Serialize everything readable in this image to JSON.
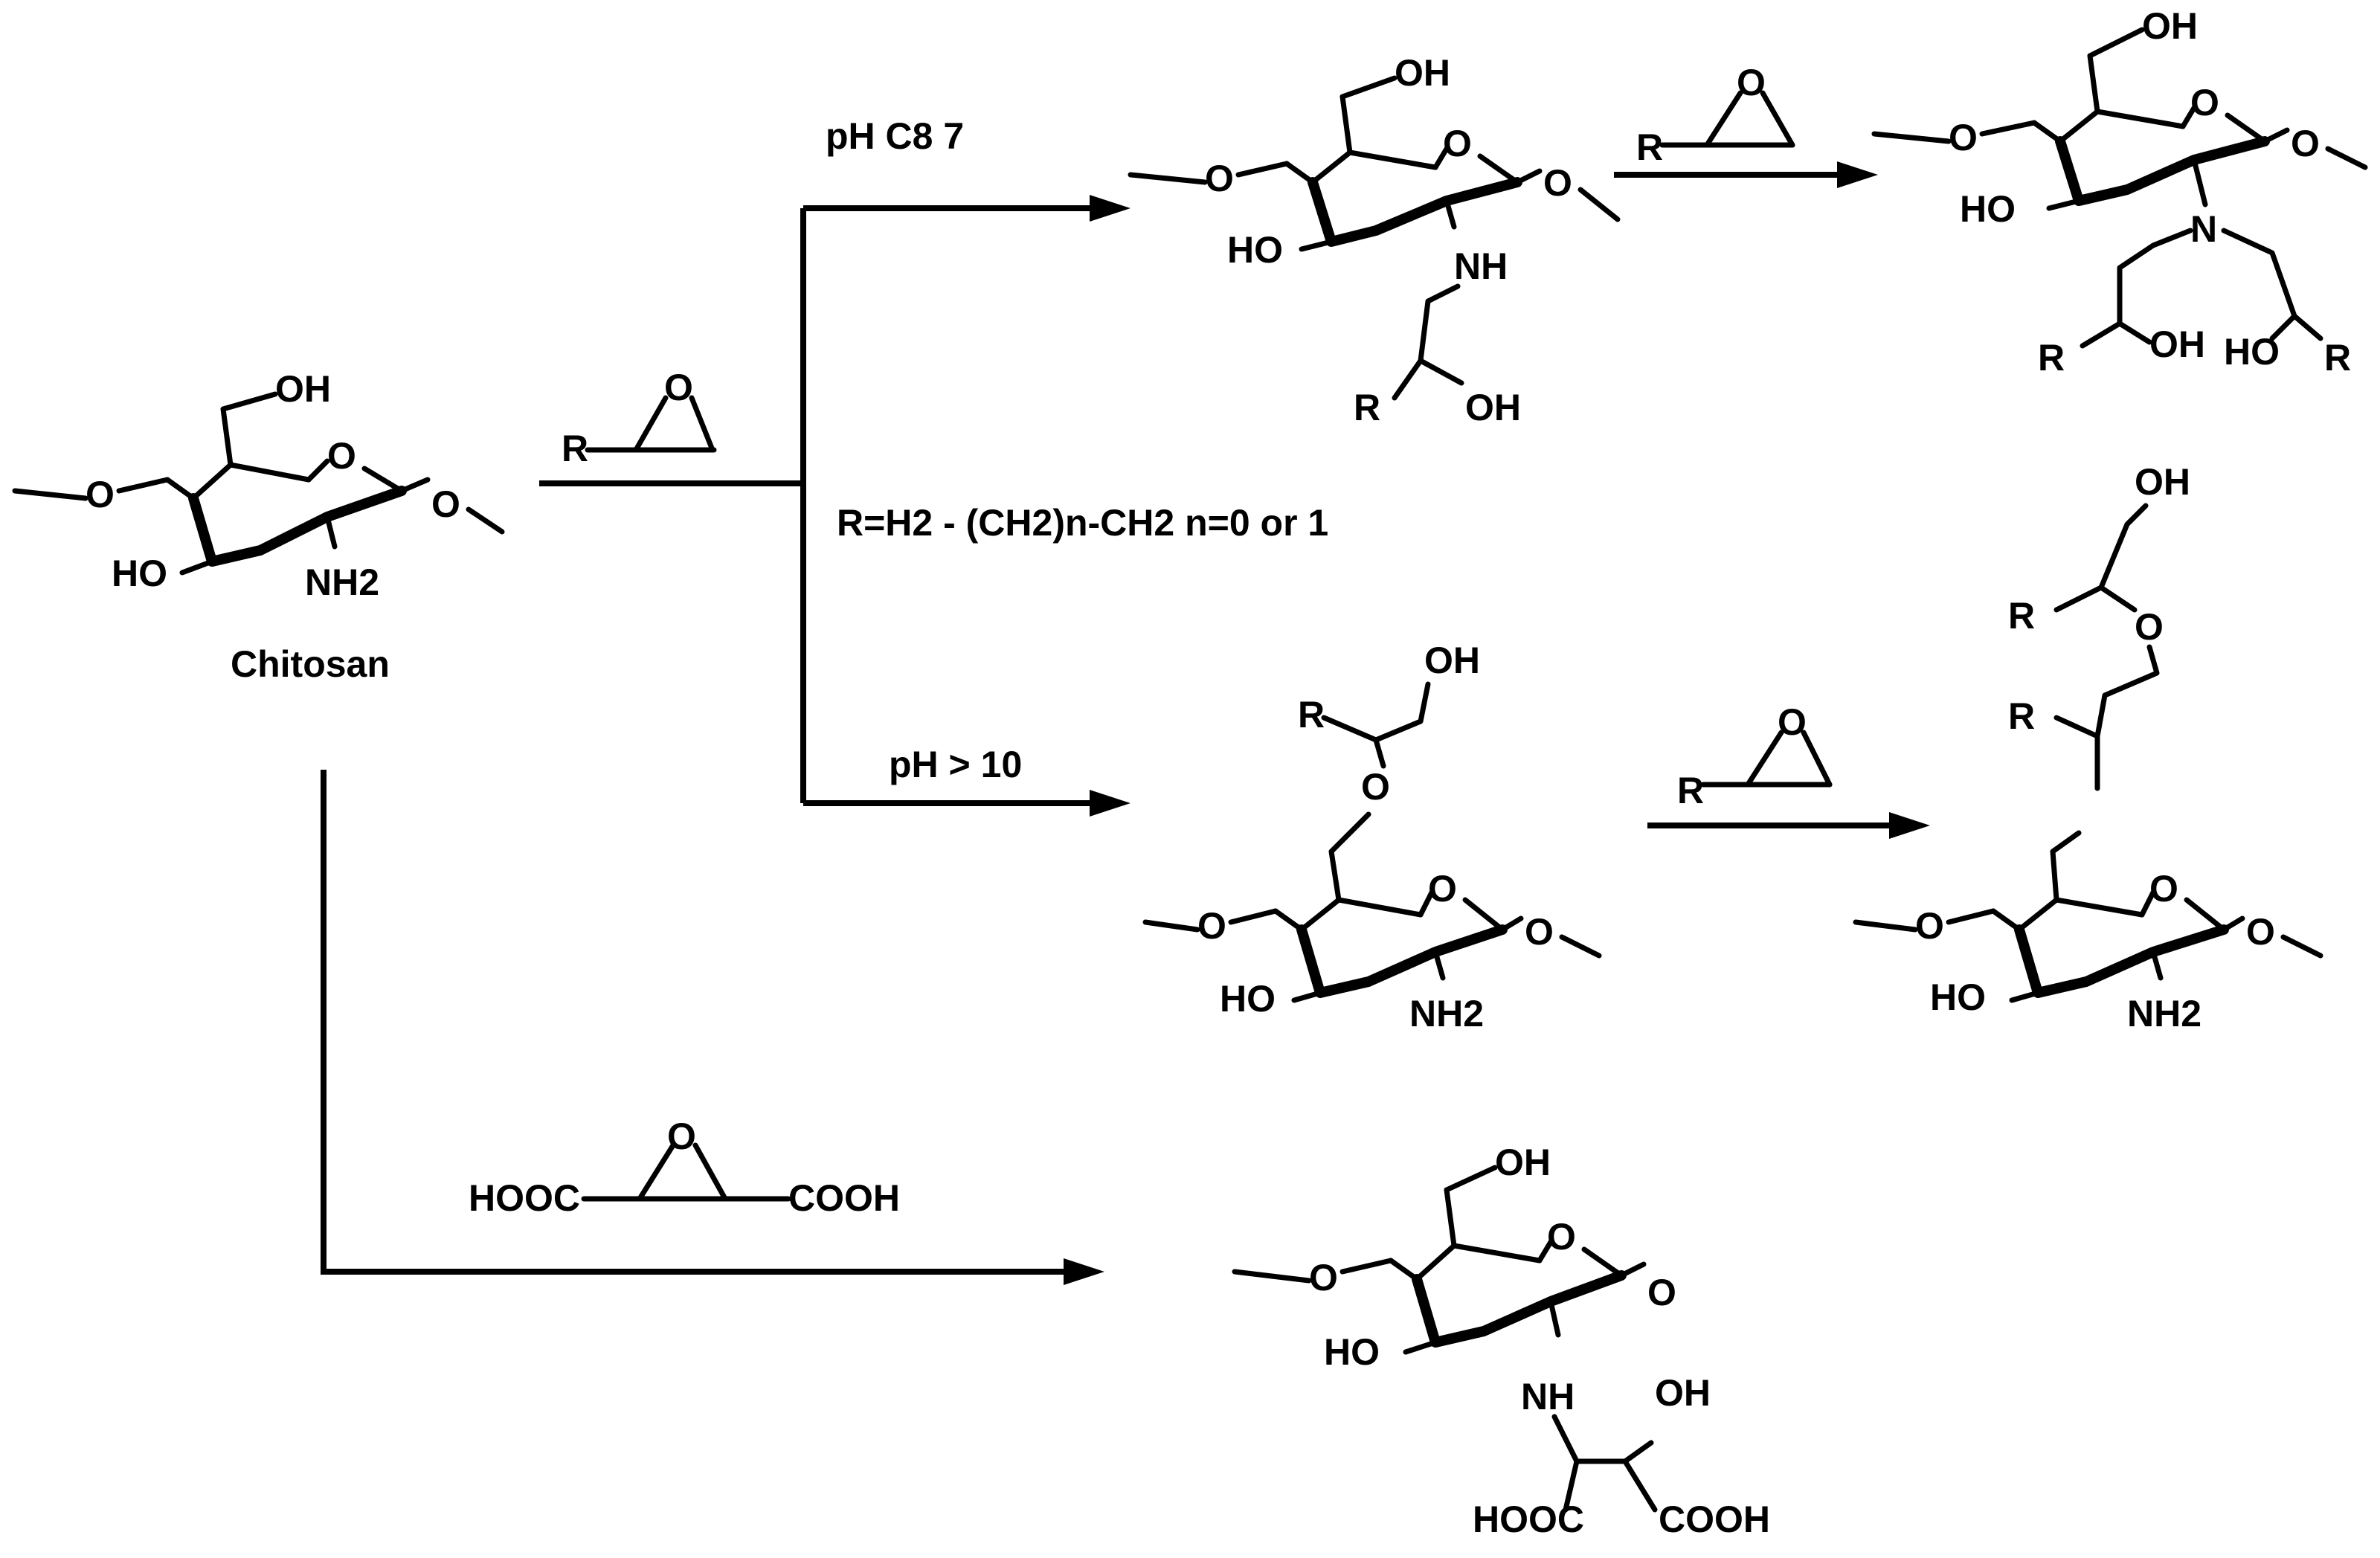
{
  "molecules": {
    "chitosan": {
      "caption": "Chitosan",
      "ring_o": "O",
      "glyco_o_left": "O",
      "glyco_o_right": "O",
      "oh_top": "OH",
      "ho_left": "HO",
      "amine": "NH2"
    },
    "mono_n": {
      "ring_o": "O",
      "glyco_o_left": "O",
      "glyco_o_right": "O",
      "oh_top": "OH",
      "ho_left": "HO",
      "nh": "NH",
      "r": "R",
      "oh_side": "OH"
    },
    "di_n": {
      "ring_o": "O",
      "glyco_o_left": "O",
      "glyco_o_right": "O",
      "oh_top": "OH",
      "ho_left": "HO",
      "n": "N",
      "r_left": "R",
      "oh_left_arm": "OH",
      "ho_right_arm": "HO",
      "r_right": "R"
    },
    "mono_o": {
      "ring_o": "O",
      "glyco_o_left": "O",
      "glyco_o_right": "O",
      "ho_left": "HO",
      "amine": "NH2",
      "ether_o": "O",
      "r": "R",
      "oh_top": "OH"
    },
    "di_o": {
      "ring_o": "O",
      "glyco_o_left": "O",
      "glyco_o_right": "O",
      "ho_left": "HO",
      "amine": "NH2",
      "ether_o": "O",
      "r_upper": "R",
      "r_lower": "R",
      "oh_top": "OH"
    },
    "succinate": {
      "ring_o": "O",
      "glyco_o_left": "O",
      "glyco_o_right": "O",
      "oh_top": "OH",
      "ho_left": "HO",
      "nh": "NH",
      "oh_side": "OH",
      "cooh_left": "HOOC",
      "cooh_right": "COOH"
    }
  },
  "reagents": {
    "epoxide_main": {
      "r": "R",
      "o": "O"
    },
    "epoxide_upper": {
      "r": "R",
      "o": "O"
    },
    "epoxide_lower": {
      "r": "R",
      "o": "O"
    },
    "epoxysuccinic": {
      "left": "HOOC",
      "right": "COOH",
      "o": "O"
    }
  },
  "conditions": {
    "upper_ph": "pH  C8  7",
    "lower_ph": "pH > 10",
    "r_definition": "R=H2 - (CH2)n-CH2  n=0 or 1"
  }
}
